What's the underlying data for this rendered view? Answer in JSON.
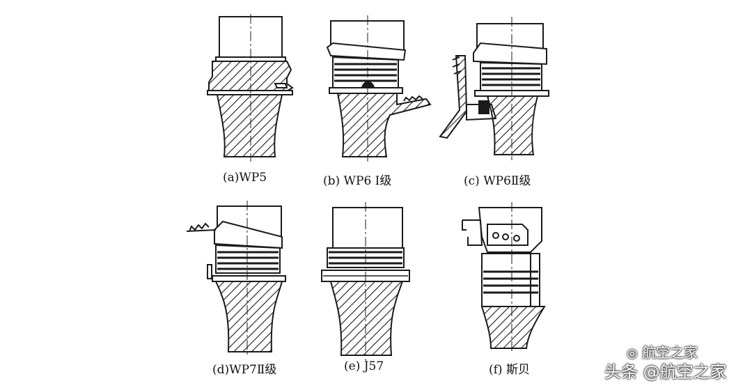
{
  "figures": [
    {
      "id": "a",
      "caption": "(a)WP5"
    },
    {
      "id": "b",
      "caption": "(b) WP6 Ⅰ级"
    },
    {
      "id": "c",
      "caption": "(c) WP6Ⅱ级"
    },
    {
      "id": "d",
      "caption": "(d)WP7Ⅱ级"
    },
    {
      "id": "e",
      "caption": "(e) J57"
    },
    {
      "id": "f",
      "caption": "(f) 斯贝"
    }
  ],
  "watermark": {
    "channel": "航空之家",
    "source": "头条 @航空之家"
  },
  "colors": {
    "ink": "#1a1a1a",
    "paper": "#ffffff"
  }
}
